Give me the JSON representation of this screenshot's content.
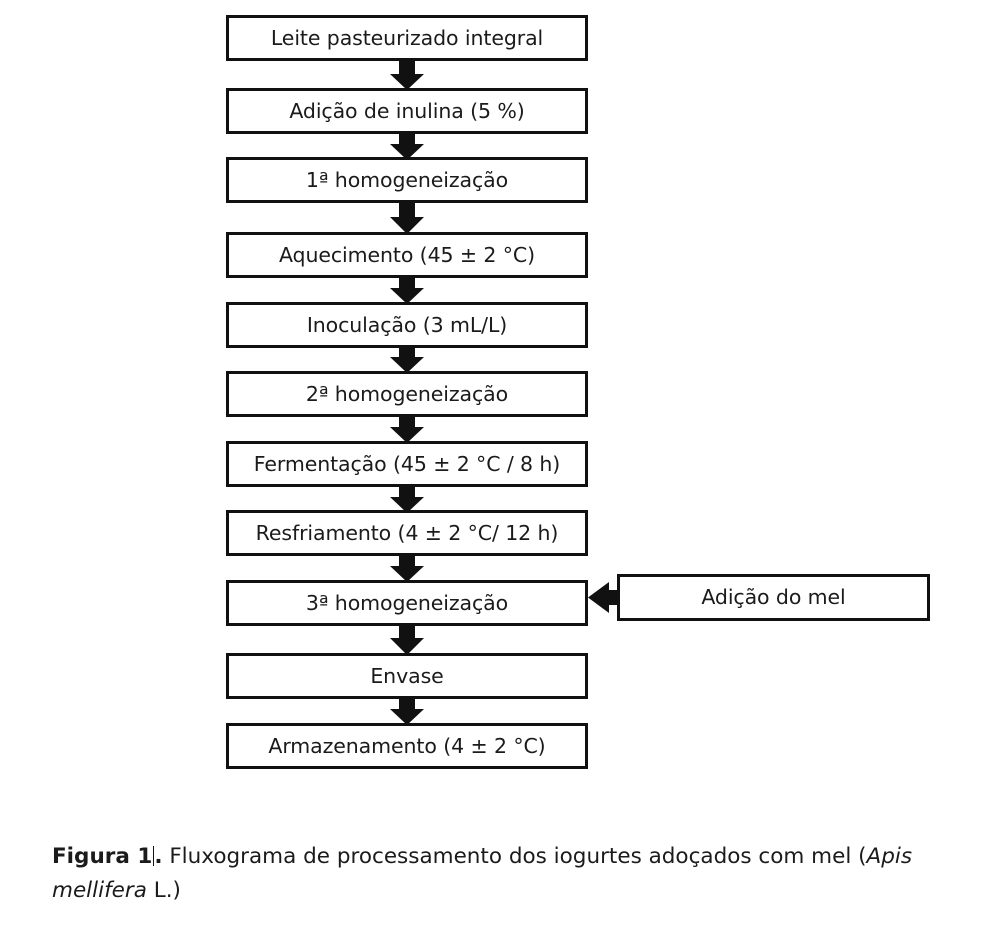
{
  "figure": {
    "type": "flowchart",
    "orientation": "vertical",
    "line_color": "#111111",
    "box_fill": "#ffffff",
    "text_color": "#1b1b1b",
    "nodes": [
      {
        "id": "n0",
        "label": "Leite pasteurizado integral"
      },
      {
        "id": "n1",
        "label": "Adição de inulina (5 %)"
      },
      {
        "id": "n2",
        "label": "1ª homogeneização"
      },
      {
        "id": "n3",
        "label": "Aquecimento (45 ± 2 °C)"
      },
      {
        "id": "n4",
        "label": "Inoculação (3 mL/L)"
      },
      {
        "id": "n5",
        "label": "2ª homogeneização"
      },
      {
        "id": "n6",
        "label": "Fermentação (45 ± 2 °C / 8 h)"
      },
      {
        "id": "n7",
        "label": "Resfriamento (4 ± 2 °C/ 12 h)"
      },
      {
        "id": "n8",
        "label": "3ª homogeneização"
      },
      {
        "id": "n9",
        "label": "Envase"
      },
      {
        "id": "n10",
        "label": "Armazenamento (4 ± 2 °C)"
      }
    ],
    "side_node": {
      "id": "s0",
      "label": "Adição do mel"
    },
    "connections": [
      {
        "from": "n0",
        "to": "n1",
        "direction": "down"
      },
      {
        "from": "n1",
        "to": "n2",
        "direction": "down"
      },
      {
        "from": "n2",
        "to": "n3",
        "direction": "down"
      },
      {
        "from": "n3",
        "to": "n4",
        "direction": "down"
      },
      {
        "from": "n4",
        "to": "n5",
        "direction": "down"
      },
      {
        "from": "n5",
        "to": "n6",
        "direction": "down"
      },
      {
        "from": "n6",
        "to": "n7",
        "direction": "down"
      },
      {
        "from": "n7",
        "to": "n8",
        "direction": "down"
      },
      {
        "from": "n8",
        "to": "n9",
        "direction": "down"
      },
      {
        "from": "n9",
        "to": "n10",
        "direction": "down"
      },
      {
        "from": "s0",
        "to": "n8",
        "direction": "left"
      }
    ]
  },
  "caption": {
    "label": "Figura 1",
    "separator": ".",
    "text_before_italic": " Fluxograma de processamento dos iogurtes adoçados com mel (",
    "italic_species": "Apis mellifera",
    "text_after_italic": " L.)"
  }
}
